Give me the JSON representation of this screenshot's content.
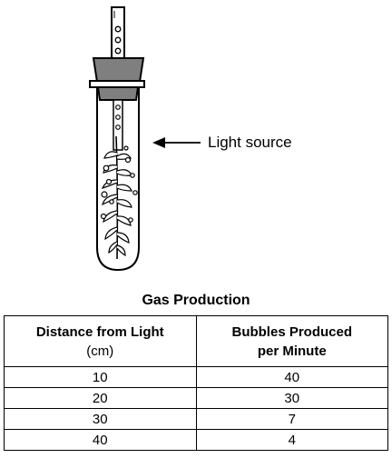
{
  "diagram": {
    "light_label": "Light source"
  },
  "table": {
    "title": "Gas Production",
    "col1_line1": "Distance from Light",
    "col1_line2": "(cm)",
    "col2_line1": "Bubbles Produced",
    "col2_line2": "per Minute",
    "rows": [
      {
        "distance": "10",
        "bubbles": "40"
      },
      {
        "distance": "20",
        "bubbles": "30"
      },
      {
        "distance": "30",
        "bubbles": "7"
      },
      {
        "distance": "40",
        "bubbles": "4"
      }
    ]
  }
}
